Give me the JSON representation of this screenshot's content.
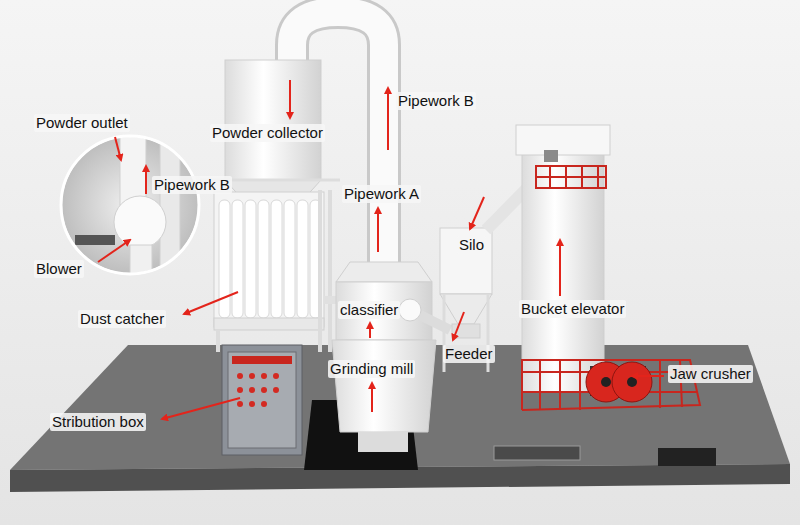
{
  "diagram": {
    "labels": [
      "Pipework B",
      "Powder outlet",
      "Powder collector",
      "Pipework B",
      "Pipework A",
      "Silo",
      "Blower",
      "Bucket elevator",
      "Dust catcher",
      "classifier",
      "Feeder",
      "Grinding mill",
      "Jaw crusher",
      "Stribution box"
    ]
  }
}
